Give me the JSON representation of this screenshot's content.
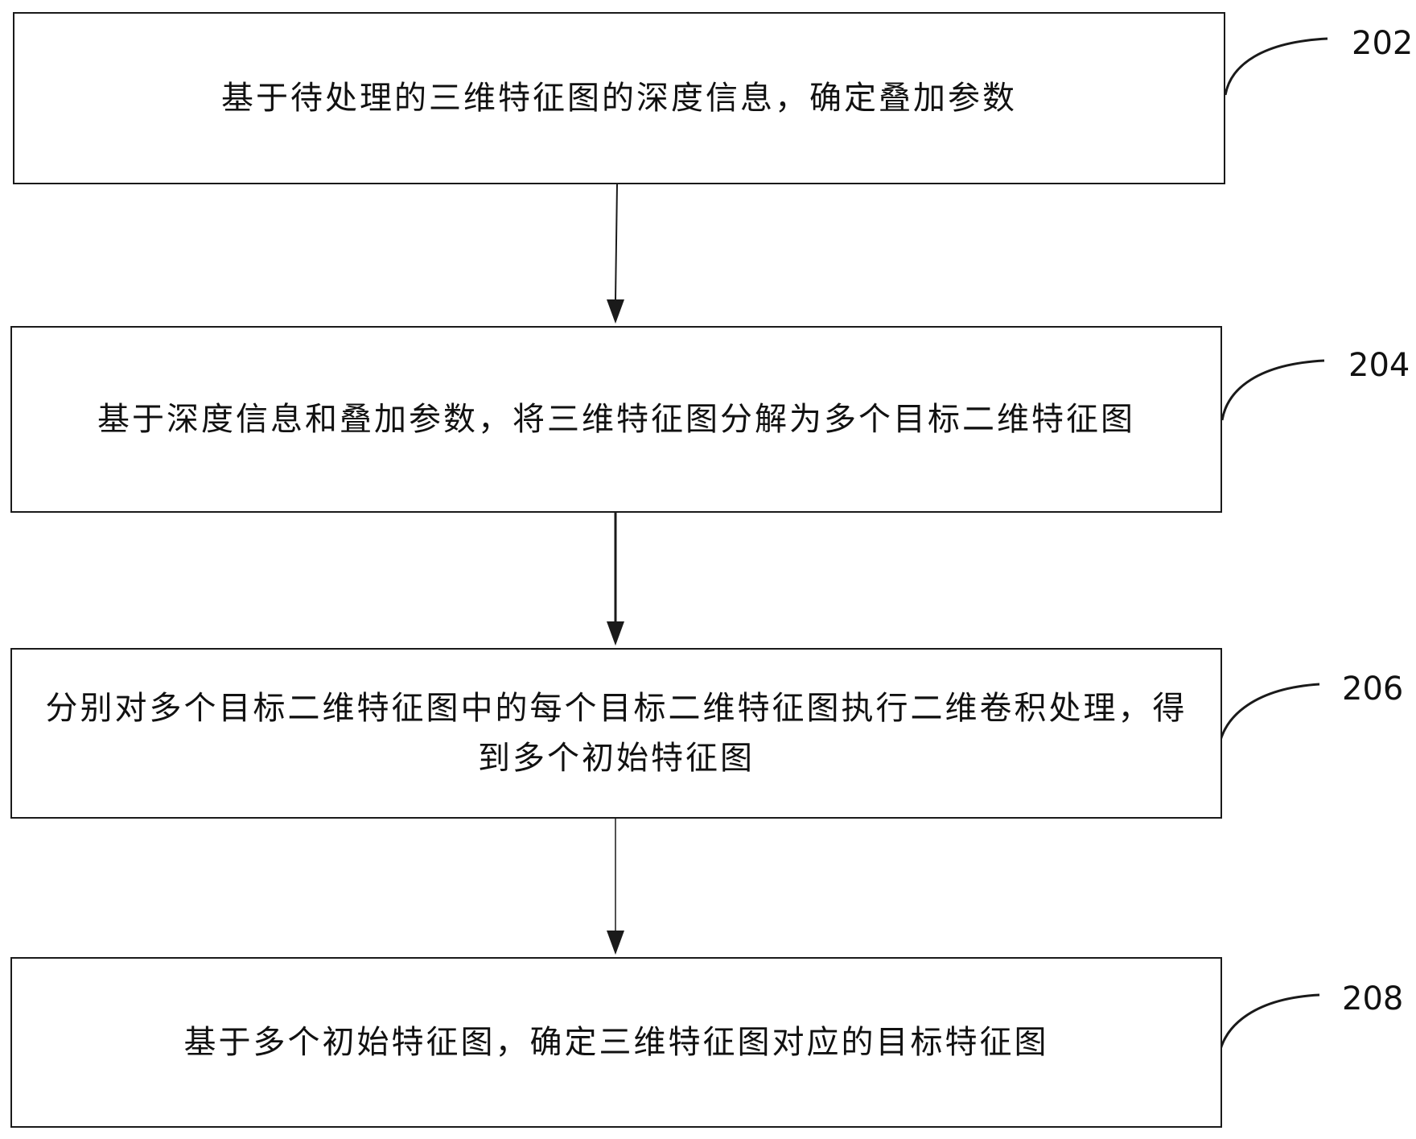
{
  "diagram": {
    "steps": [
      {
        "id": "202",
        "label": "202",
        "text": "基于待处理的三维特征图的深度信息，确定叠加参数"
      },
      {
        "id": "204",
        "label": "204",
        "text": "基于深度信息和叠加参数，将三维特征图分解为多个目标二维特征图"
      },
      {
        "id": "206",
        "label": "206",
        "text": "分别对多个目标二维特征图中的每个目标二维特征图执行二维卷积处理，得到多个初始特征图"
      },
      {
        "id": "208",
        "label": "208",
        "text": "基于多个初始特征图，确定三维特征图对应的目标特征图"
      }
    ],
    "line_color": "#1a1a1a"
  }
}
